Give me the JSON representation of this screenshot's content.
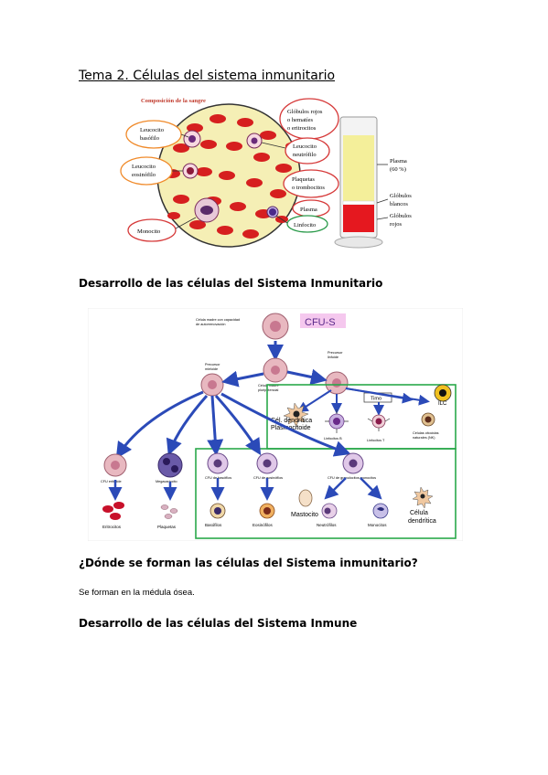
{
  "title": "Tema 2. Células del sistema inmunitario",
  "figure1": {
    "heading": "Composición de la sangre",
    "labels": {
      "basofilo": [
        "Leucocito",
        "basófilo"
      ],
      "eosinofilo": [
        "Leucocito",
        "eosinófilo"
      ],
      "monocito": "Monocito",
      "globulos": [
        "Glóbulos rojos",
        "o hematíes",
        "o eritrocitos"
      ],
      "neutrofilo": [
        "Leucocito",
        "neutrófilo"
      ],
      "plaquetas": [
        "Plaquetas",
        "o trombocitos"
      ],
      "plasma": "Plasma",
      "linfocito": "Linfocito"
    },
    "tube": {
      "plasma": [
        "Plasma",
        "(60 %)"
      ],
      "blancos": [
        "Glóbulos",
        "blancos"
      ],
      "rojos": [
        "Glóbulos",
        "rojos"
      ]
    }
  },
  "section1": "Desarrollo de las células del Sistema Inmunitario",
  "figure2": {
    "stem_caption": [
      "Célula madre con capacidad",
      "de autorrenovación"
    ],
    "cfus": "CFU-S",
    "precursor_mieloide": [
      "Precursor",
      "mieloide"
    ],
    "celula_madre": [
      "Célula madre",
      "pluripotencial"
    ],
    "precursor_linfoide": [
      "Precursor",
      "linfoide"
    ],
    "timo": "Timo",
    "ilc": "ILC",
    "cel_dendritica_plasmo": [
      "Cél. dendrítica",
      "Plasmocitoide"
    ],
    "linfocitos_b": "Linfocitos B",
    "linfocitos_t": "Linfocitos T",
    "celulas_nk": [
      "Células citocidas",
      "naturales (NK)"
    ],
    "cfu_eritroide": "CFU eritroide",
    "megacariocito": "Megacariocito",
    "cfu_basofilos": "CFU de basófilos",
    "cfu_eosinofilos": "CFU de eosinófilos",
    "cfu_granulocitos": "CFU de granulocitos monocitos",
    "eritrocitos": "Eritrocitos",
    "plaquetas": "Plaquetas",
    "basofilos": "Basófilos",
    "eosinofilos": "Eosinófilos",
    "mastocito": "Mastocito",
    "neutrofilos": "Neutrófilos",
    "monocitos": "Monocitos",
    "celula_dendritica": [
      "Célula",
      "dendrítica"
    ]
  },
  "section2": "¿Dónde se forman las células del Sistema inmunitario?",
  "paragraph": "Se forman en la médula ósea.",
  "section3": "Desarrollo de las células del Sistema Inmune"
}
